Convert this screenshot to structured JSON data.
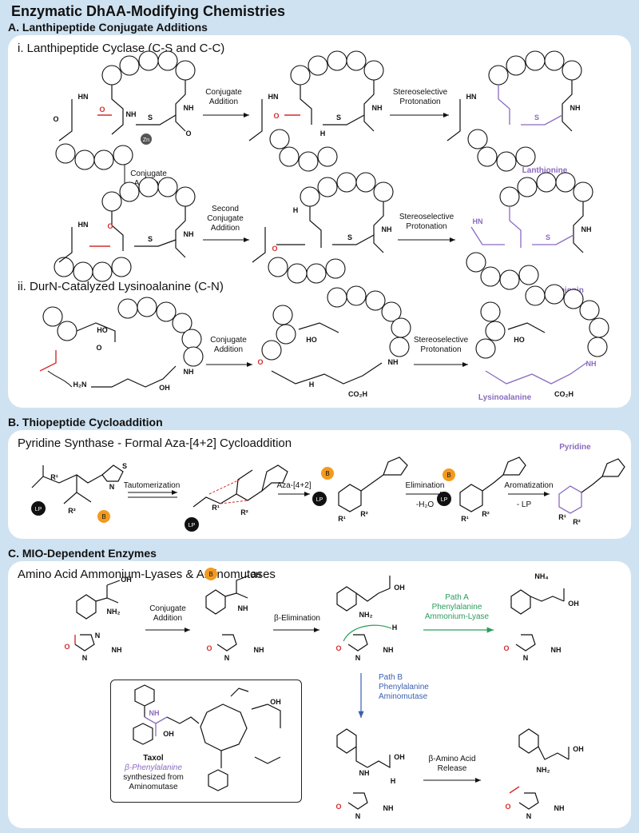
{
  "title": "Enzymatic DhAA-Modifying Chemistries",
  "sectionA": {
    "heading": "A. Lanthipeptide Conjugate Additions",
    "sub_i": "i. Lanthipeptide Cyclase (C-S and C-C)",
    "sub_ii": "ii. DurN-Catalyzed Lysinoalanine (C-N)",
    "arrows": {
      "conj1_line1": "Conjugate",
      "conj1_line2": "Addition",
      "stereo_line1": "Stereoselective",
      "stereo_line2": "Protonation",
      "down_line1": "Conjugate",
      "down_line2": "Addition",
      "second_line1": "Second",
      "second_line2": "Conjugate",
      "second_line3": "Addition"
    },
    "products": {
      "lanthionine": "Lanthionine",
      "labionin": "Labionin",
      "lysinoalanine": "Lysinoalanine"
    },
    "atoms": {
      "zn": "Zn",
      "s": "S",
      "nh": "NH",
      "hn": "HN",
      "o": "O",
      "ho": "HO",
      "oh": "OH",
      "co2h": "CO₂H",
      "h": "H",
      "nh2": "H₂N"
    }
  },
  "sectionB": {
    "heading": "B. Thiopeptide Cycloaddition",
    "sub": "Pyridine Synthase - Formal Aza-[4+2] Cycloaddition",
    "arrows": {
      "taut": "Tautomerization",
      "aza": "Aza-[4+2]",
      "elim": "Elimination",
      "elim2": "-H₂O",
      "arom": "Aromatization",
      "arom2": "- LP"
    },
    "products": {
      "pyridine": "Pyridine"
    },
    "atoms": {
      "lp": "LP",
      "b": "B",
      "r1": "R¹",
      "r2": "R²",
      "n": "N",
      "s": "S"
    }
  },
  "sectionC": {
    "heading": "C. MIO-Dependent Enzymes",
    "sub": "Amino Acid Ammonium-Lyases & Aminomutases",
    "arrows": {
      "conj_line1": "Conjugate",
      "conj_line2": "Addition",
      "belim": "β-Elimination",
      "pathA_1": "Path A",
      "pathA_2": "Phenylalanine",
      "pathA_3": "Ammonium-Lyase",
      "pathB_1": "Path B",
      "pathB_2": "Phenylalanine",
      "pathB_3": "Aminomutase",
      "release_1": "β-Amino Acid",
      "release_2": "Release"
    },
    "atoms": {
      "nh4": "NH₄",
      "nh2": "NH₂",
      "oh": "OH",
      "nh": "NH",
      "n": "N",
      "b": "B",
      "o": "O",
      "h": "H"
    },
    "taxol": {
      "name": "Taxol",
      "line2": "β-Phenylalanine",
      "line3": "synthesized from",
      "line4": "Aminomutase"
    },
    "colors": {
      "pathA": "#2a9d5c",
      "pathB": "#3a5fb0",
      "mio_red": "#d62b2b",
      "product_purple": "#8a6bbf",
      "base_orange": "#f39a1e"
    }
  }
}
